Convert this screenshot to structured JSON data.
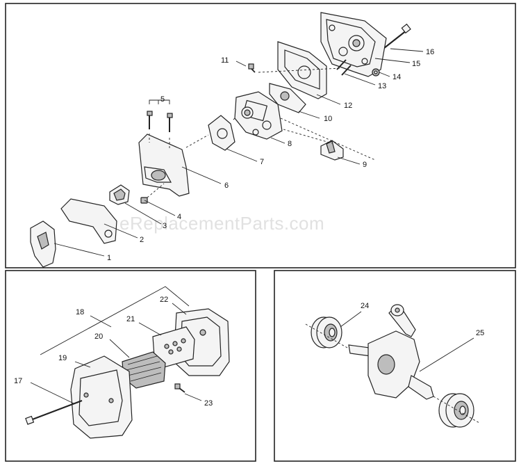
{
  "watermark": "eReplacementParts.com",
  "labels": {
    "p1": "1",
    "p2": "2",
    "p3": "3",
    "p4": "4",
    "p5": "5",
    "p6": "6",
    "p7": "7",
    "p8": "8",
    "p9": "9",
    "p10": "10",
    "p11": "11",
    "p12": "12",
    "p13": "13",
    "p14": "14",
    "p15": "15",
    "p16": "16",
    "p17": "17",
    "p18": "18",
    "p19": "19",
    "p20": "20",
    "p21": "21",
    "p22": "22",
    "p23": "23",
    "p24": "24",
    "p25": "25"
  }
}
